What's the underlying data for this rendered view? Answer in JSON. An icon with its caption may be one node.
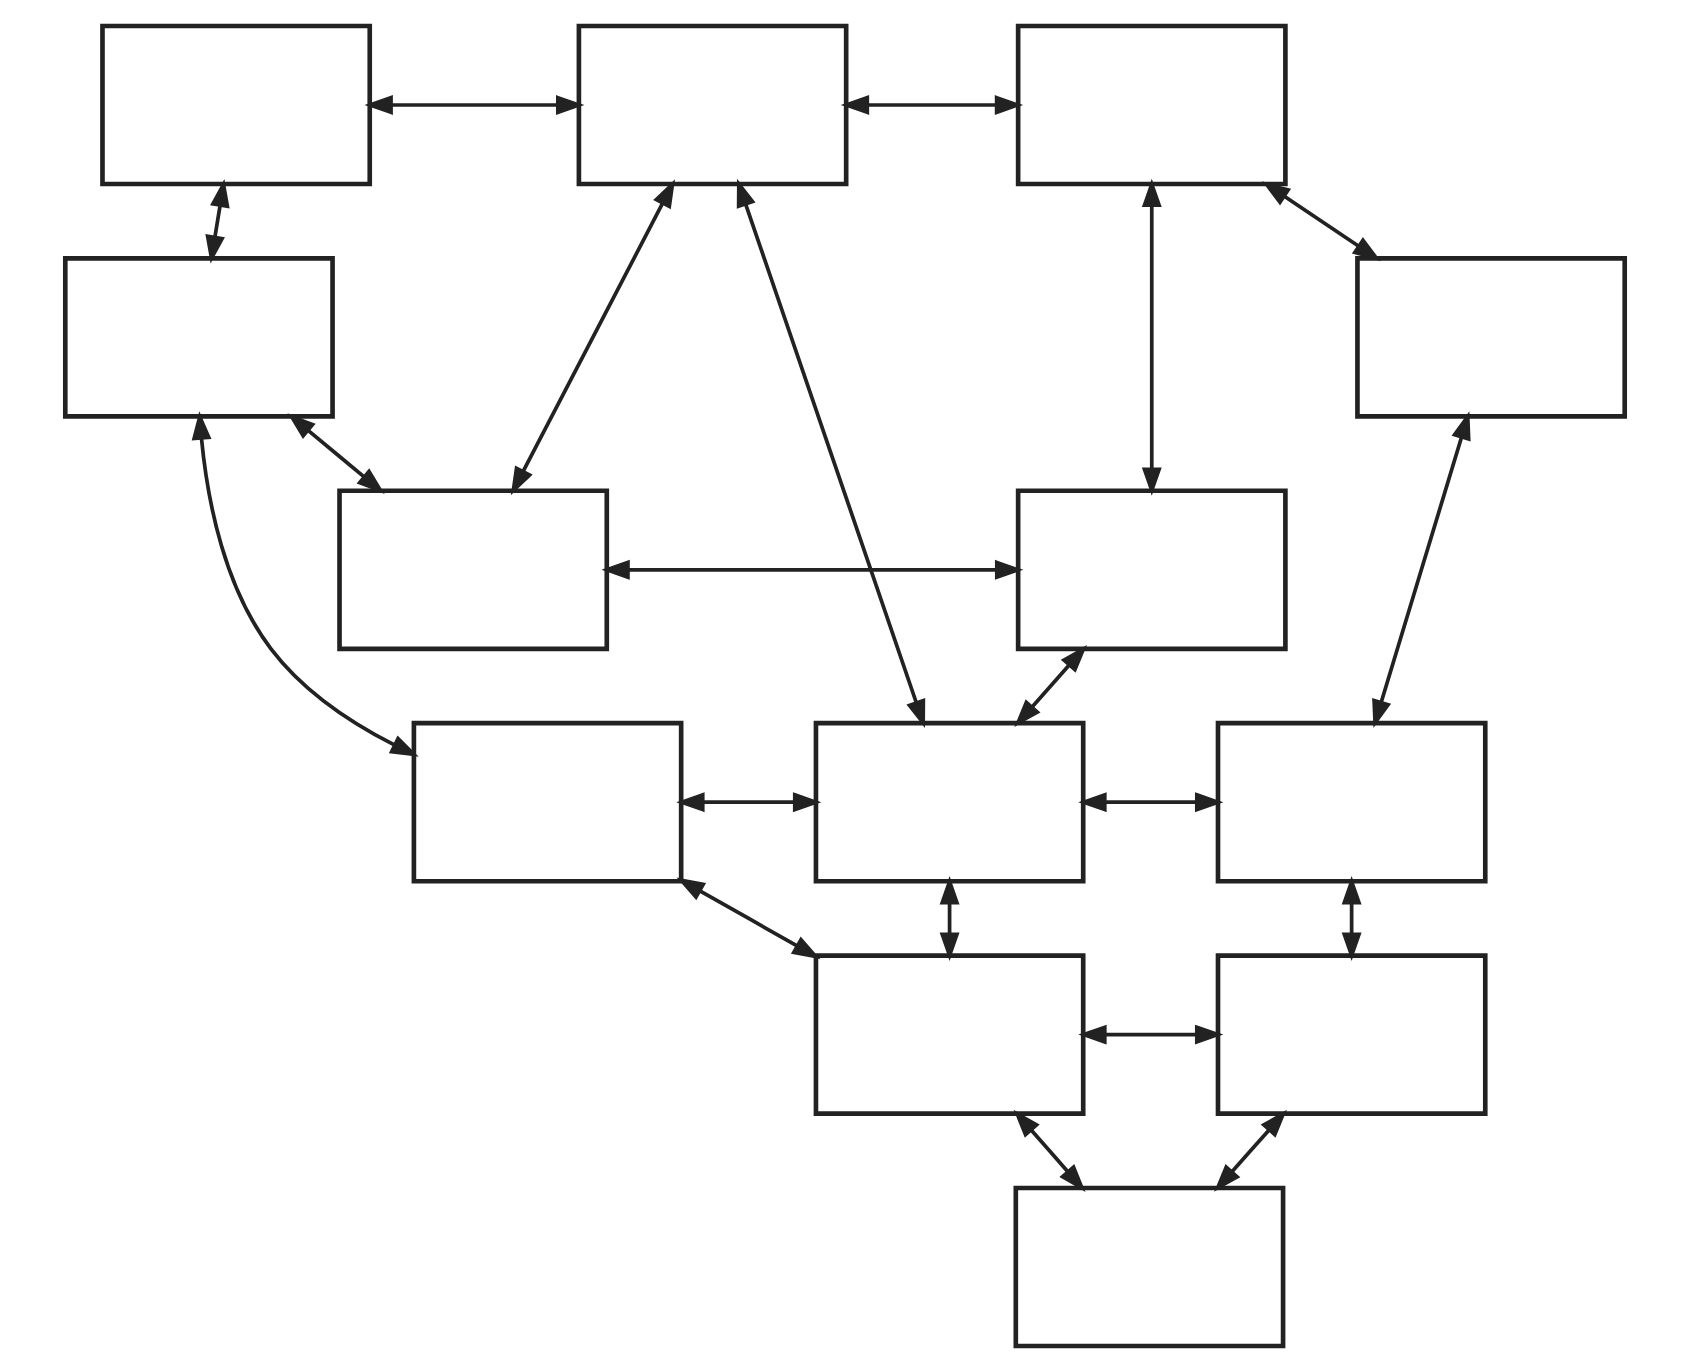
{
  "diagram": {
    "nodes": [
      {
        "text": [],
        "shape": "box"
      },
      {
        "text": [],
        "shape": "box"
      },
      {
        "text": [],
        "shape": "box"
      },
      {
        "text": [],
        "shape": "box"
      },
      {
        "text": [],
        "shape": "box"
      },
      {
        "text": [],
        "shape": "box"
      },
      {
        "text": [],
        "shape": "box"
      },
      {
        "text": [],
        "shape": "box"
      },
      {
        "text": [],
        "shape": "box"
      },
      {
        "text": [],
        "shape": "box"
      },
      {
        "text": [],
        "shape": "box"
      },
      {
        "text": [],
        "shape": "box"
      },
      {
        "text": [],
        "shape": "box"
      }
    ],
    "edges": [
      {
        "from": 0,
        "to": 1,
        "arrow": "both"
      },
      {
        "from": 1,
        "to": 2,
        "arrow": "both"
      },
      {
        "from": 2,
        "to": 3,
        "arrow": "both"
      },
      {
        "from": 0,
        "to": 4,
        "arrow": "both"
      },
      {
        "from": 1,
        "to": 5,
        "arrow": "both"
      },
      {
        "from": 1,
        "to": 8,
        "arrow": "both"
      },
      {
        "from": 2,
        "to": 6,
        "arrow": "both"
      },
      {
        "from": 4,
        "to": 5,
        "arrow": "both"
      },
      {
        "from": 5,
        "to": 6,
        "arrow": "both"
      },
      {
        "from": 3,
        "to": 9,
        "arrow": "both"
      },
      {
        "from": 4,
        "to": 7,
        "arrow": "both"
      },
      {
        "from": 6,
        "to": 8,
        "arrow": "both"
      },
      {
        "from": 7,
        "to": 8,
        "arrow": "both"
      },
      {
        "from": 8,
        "to": 9,
        "arrow": "both"
      },
      {
        "from": 8,
        "to": 10,
        "arrow": "both"
      },
      {
        "from": 9,
        "to": 11,
        "arrow": "both"
      },
      {
        "from": 7,
        "to": 10,
        "arrow": "both"
      },
      {
        "from": 10,
        "to": 11,
        "arrow": "both"
      },
      {
        "from": 10,
        "to": 12,
        "arrow": "both"
      },
      {
        "from": 11,
        "to": 12,
        "arrow": "both"
      }
    ]
  }
}
